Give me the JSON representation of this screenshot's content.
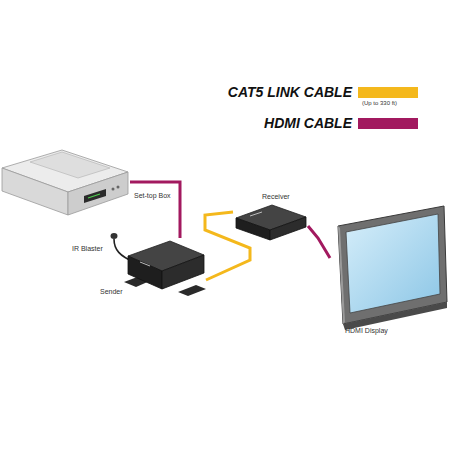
{
  "diagram": {
    "nodes": [
      {
        "text": [
          "Set-top Box"
        ]
      },
      {
        "text": [
          "Sender"
        ]
      },
      {
        "text": [
          "Receiver"
        ]
      },
      {
        "text": [
          "HDMI Display"
        ]
      }
    ],
    "edges": [
      {
        "from": 0,
        "to": 1,
        "arrow": "none"
      },
      {
        "from": 1,
        "to": 2,
        "arrow": "none"
      },
      {
        "from": 2,
        "to": 3,
        "arrow": "none"
      }
    ],
    "labels": [
      "(Up to 330 ft)",
      "IR Blaster"
    ],
    "legend": [
      {
        "text": "CAT5 LINK CABLE",
        "color": "#f4b81c"
      },
      {
        "text": "HDMI CABLE",
        "color": "#a2195f"
      }
    ]
  }
}
